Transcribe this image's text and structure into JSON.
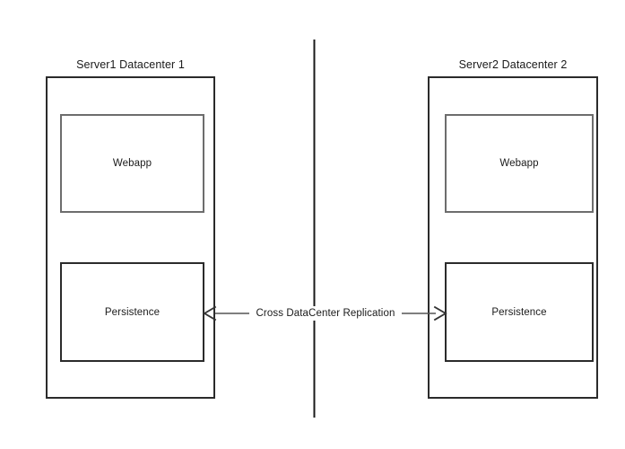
{
  "diagram": {
    "type": "architecture-diagram",
    "background_color": "#ffffff",
    "datacenters": [
      {
        "id": "datacenter-1",
        "title": "Server1 Datacenter 1",
        "side": "left",
        "border_color": "#2b2b2b",
        "components": [
          {
            "id": "webapp-left",
            "label": "Webapp",
            "border_color": "#6d6d6d"
          },
          {
            "id": "persistence-left",
            "label": "Persistence",
            "border_color": "#2b2b2b"
          }
        ]
      },
      {
        "id": "datacenter-2",
        "title": "Server2 Datacenter 2",
        "side": "right",
        "border_color": "#2b2b2b",
        "components": [
          {
            "id": "webapp-right",
            "label": "Webapp",
            "border_color": "#6d6d6d"
          },
          {
            "id": "persistence-right",
            "label": "Persistence",
            "border_color": "#2b2b2b"
          }
        ]
      }
    ],
    "connector": {
      "id": "cross-datacenter-replication",
      "label": "Cross DataCenter Replication",
      "arrow_style": "double-headed",
      "from": "persistence-left",
      "to": "persistence-right",
      "line_color": "#555555"
    },
    "separator": {
      "id": "datacenter-boundary",
      "orientation": "vertical",
      "color": "#1a1a1a"
    }
  }
}
